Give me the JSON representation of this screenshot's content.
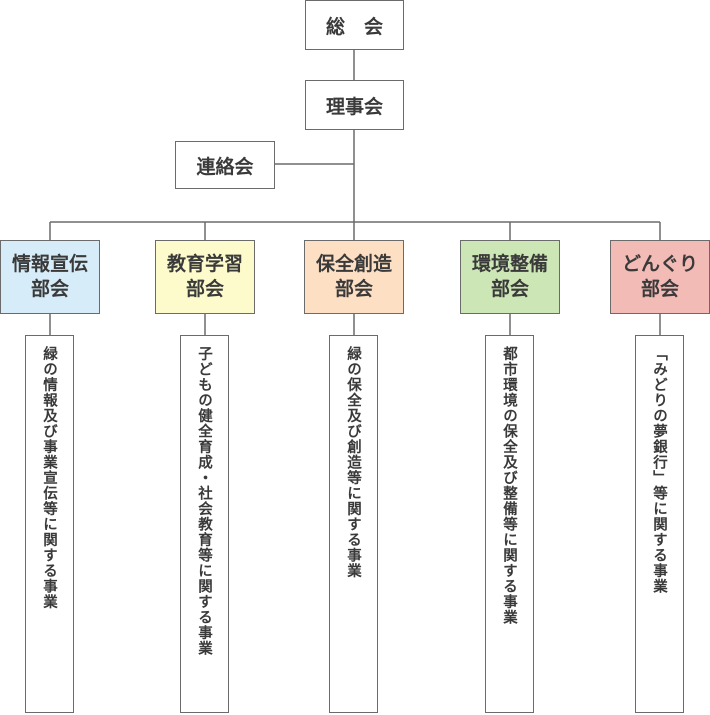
{
  "general_meeting": "総　会",
  "board": "理事会",
  "liaison": "連絡会",
  "departments": [
    {
      "line1": "情報宣伝",
      "line2": "部会",
      "color": "#d6ecf8",
      "duty": "緑の情報及び事業宣伝等に関する事業"
    },
    {
      "line1": "教育学習",
      "line2": "部会",
      "color": "#fdfbcb",
      "duty": "子どもの健全育成・社会教育等に関する事業"
    },
    {
      "line1": "保全創造",
      "line2": "部会",
      "color": "#fde0c4",
      "duty": "緑の保全及び創造等に関する事業"
    },
    {
      "line1": "環境整備",
      "line2": "部会",
      "color": "#cce6b5",
      "duty": "都市環境の保全及び整備等に関する事業"
    },
    {
      "line1": "どんぐり",
      "line2": "部会",
      "color": "#f3bbb6",
      "duty": "「みどりの夢銀行」等に関する事業"
    }
  ]
}
